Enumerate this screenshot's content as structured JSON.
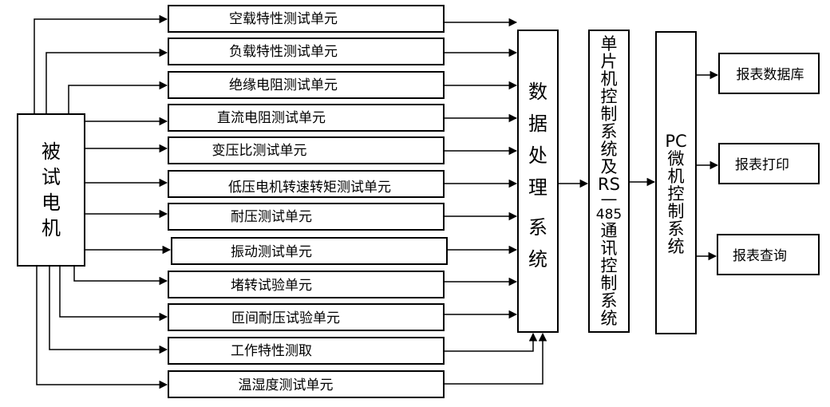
{
  "motor": {
    "label": [
      "被",
      "试",
      "电",
      "机"
    ]
  },
  "test_units": [
    {
      "label": "空载特性测试单元"
    },
    {
      "label": "负载特性测试单元"
    },
    {
      "label": "绝缘电阻测试单元"
    },
    {
      "label": "直流电阻测试单元"
    },
    {
      "label": "变压比测试单元"
    },
    {
      "label": "低压电机转速转矩测试单元"
    },
    {
      "label": "耐压测试单元"
    },
    {
      "label": "振动测试单元"
    },
    {
      "label": "堵转试验单元"
    },
    {
      "label": "匝间耐压试验单元"
    },
    {
      "label": "工作特性测取"
    },
    {
      "label": "温湿度测试单元"
    }
  ],
  "data_processing": {
    "label": [
      "数",
      "据",
      "处",
      "理",
      "系",
      "统"
    ]
  },
  "mcu_system": {
    "label": [
      "单",
      "片",
      "机",
      "控",
      "制",
      "系",
      "统",
      "及",
      "RS",
      "—",
      "485",
      "通",
      "讯",
      "控",
      "制",
      "系",
      "统"
    ]
  },
  "pc_system": {
    "label": [
      "PC",
      "微",
      "机",
      "控",
      "制",
      "系",
      "统"
    ]
  },
  "outputs": [
    {
      "label": "报表数据库"
    },
    {
      "label": "报表打印"
    },
    {
      "label": "报表查询"
    }
  ]
}
